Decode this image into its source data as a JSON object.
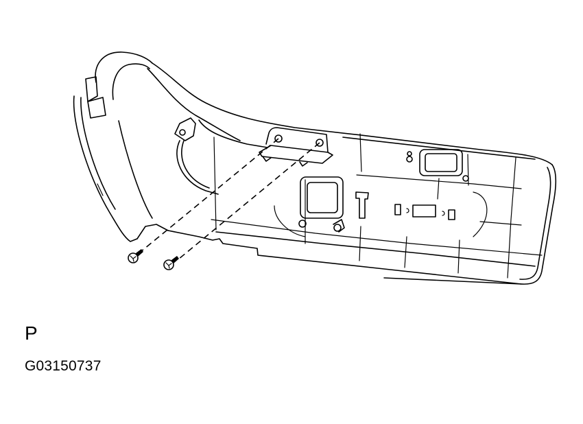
{
  "figure": {
    "view_label": "P",
    "figure_id": "G03150737",
    "subject": "interior trim panel with bracket and two mounting screws (exploded view)",
    "line_color": "#000000",
    "background_color": "#ffffff",
    "parts": [
      {
        "name": "trim-panel",
        "count": 1
      },
      {
        "name": "mounting-bracket",
        "count": 1
      },
      {
        "name": "screw",
        "count": 2
      }
    ]
  }
}
